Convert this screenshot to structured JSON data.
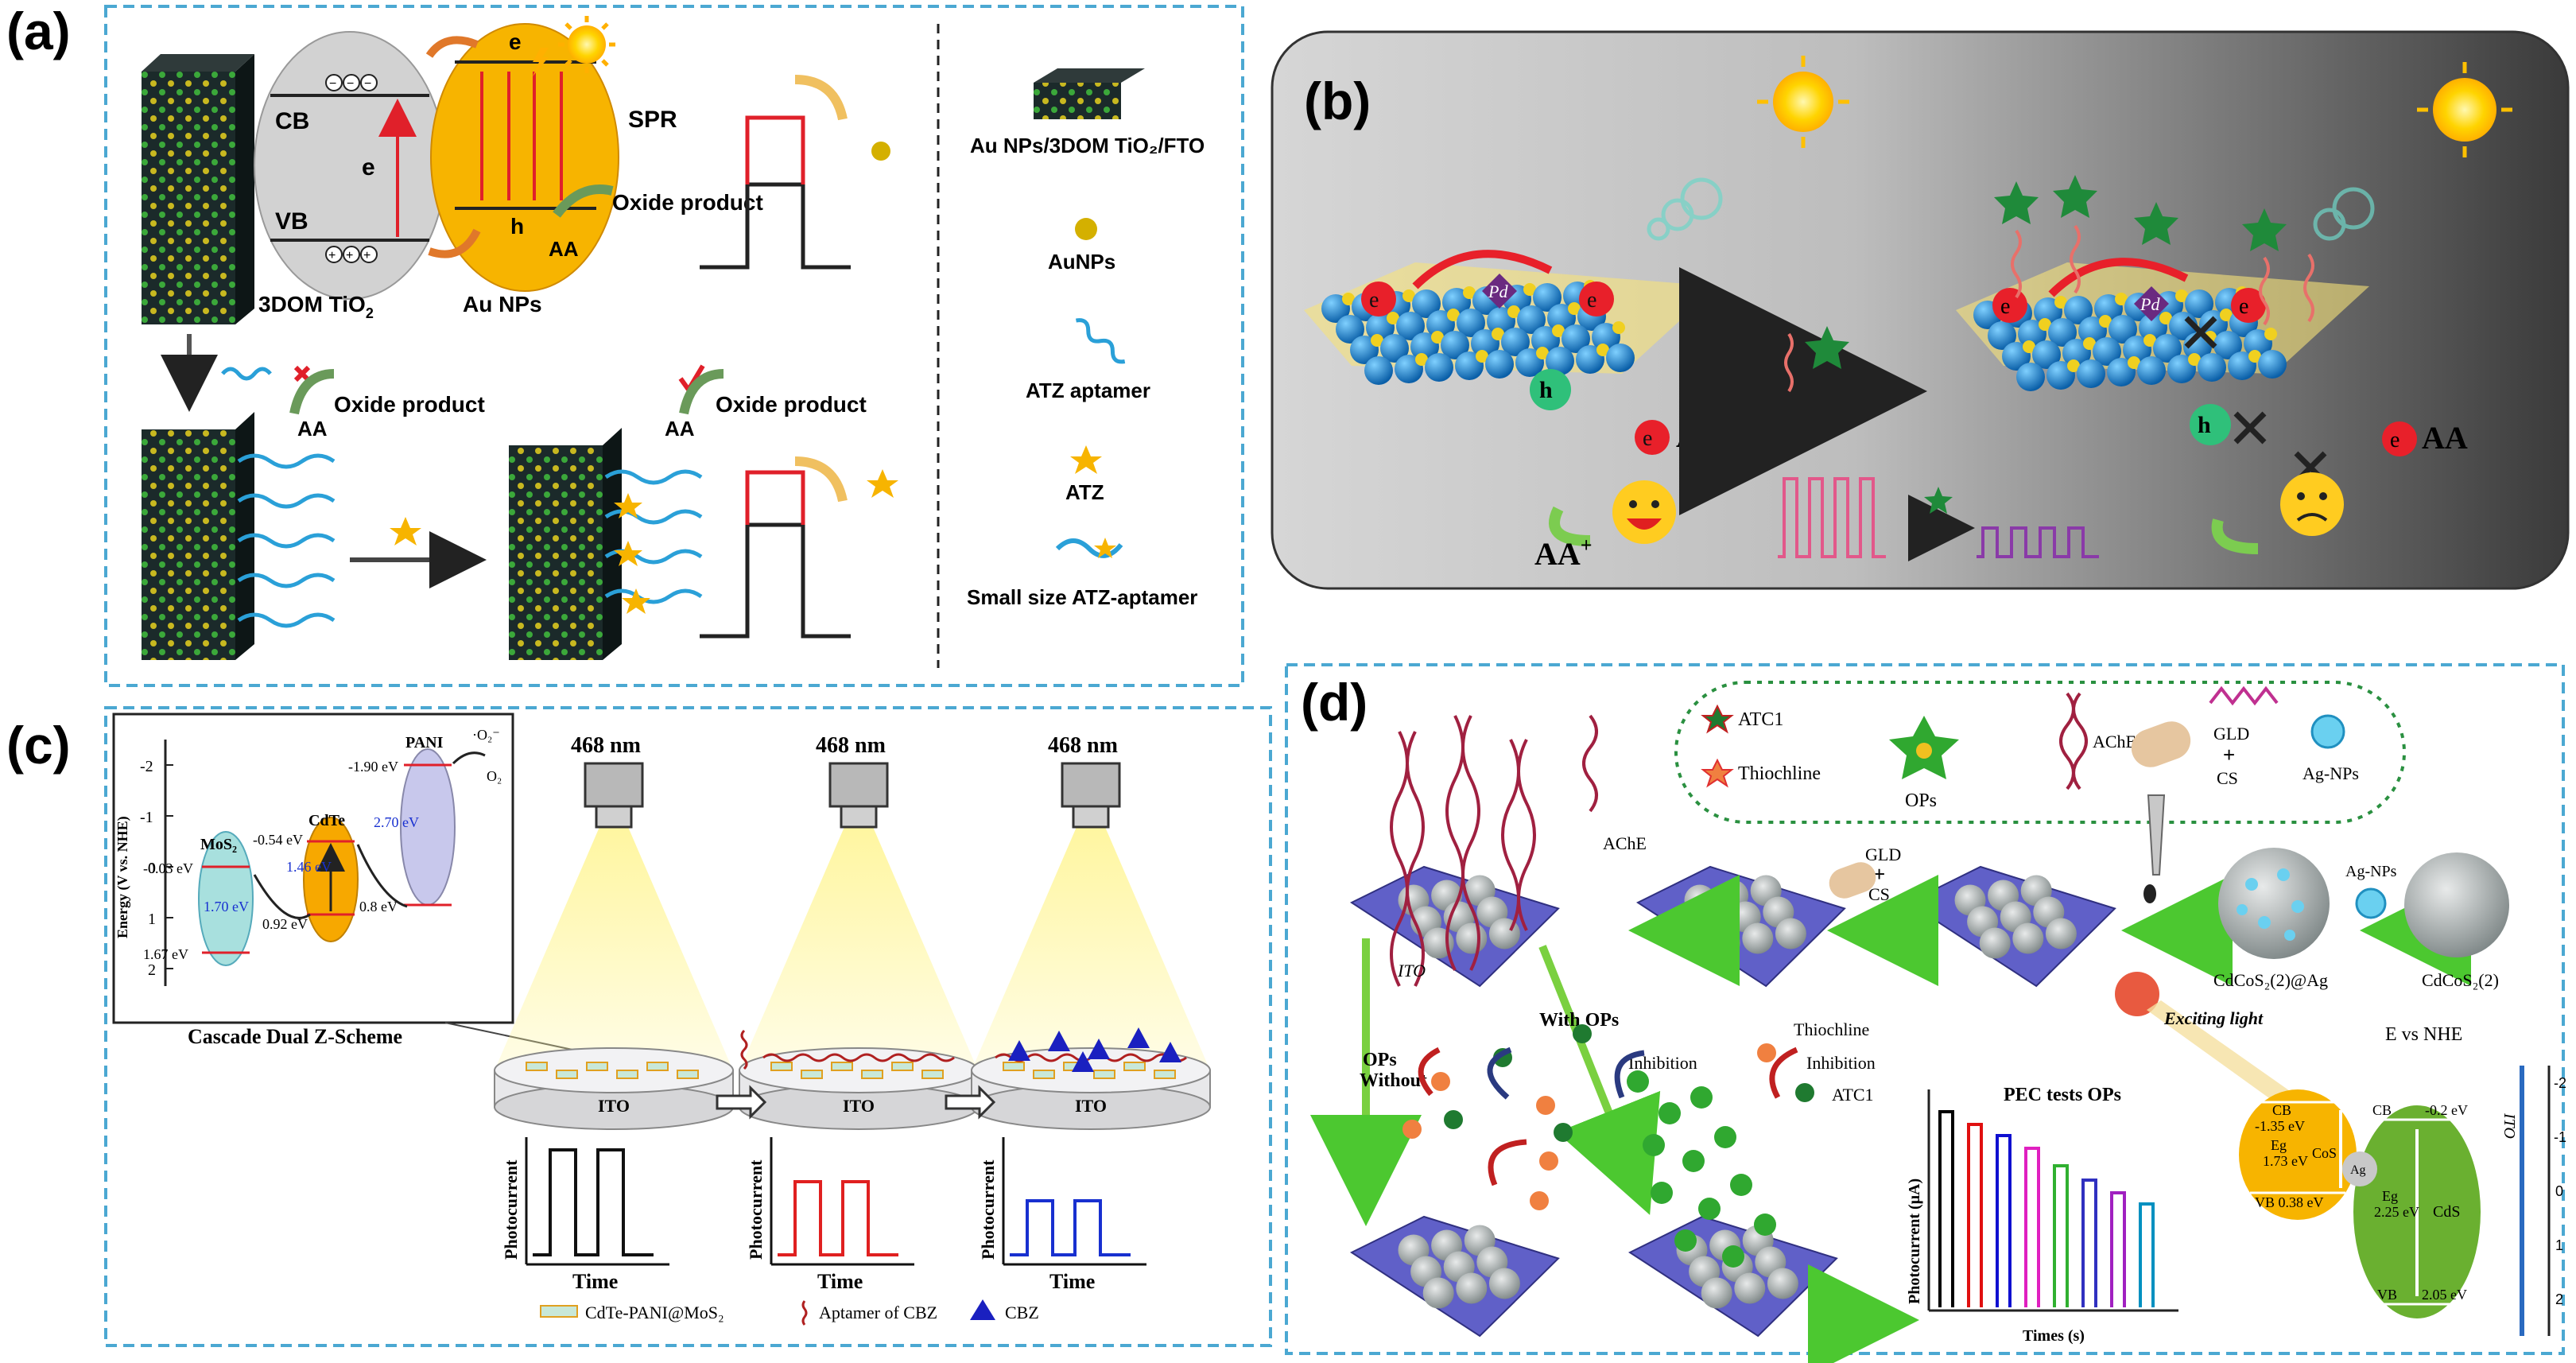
{
  "panel_a": {
    "label": "(a)",
    "cb": "CB",
    "vb": "VB",
    "electron": "e",
    "spr": "SPR",
    "hole": "h",
    "oxide_1": "Oxide product",
    "aa": "AA",
    "tio2": "3DOM TiO",
    "aunps": "Au NPs",
    "oxide_2": "Oxide product",
    "oxide_3": "Oxide product",
    "aa_2": "AA",
    "aa_3": "AA",
    "legend": [
      "Au NPs/3DOM TiO₂/FTO",
      "AuNPs",
      "ATZ aptamer",
      "ATZ",
      "Small size ATZ-aptamer"
    ]
  },
  "panel_b": {
    "label": "(b)",
    "pd": "Pd",
    "e": "e",
    "h": "h",
    "aa": "AA",
    "aa_plus": "AA"
  },
  "panel_c": {
    "label": "(c)",
    "ylabel": "Energy (V vs. NHE)",
    "ticks": [
      "-2",
      "-1",
      "0",
      "1",
      "2"
    ],
    "mos2": "MoS₂",
    "cdte": "CdTe",
    "pani": "PANI",
    "levels": [
      "-0.03 eV",
      "1.70 eV",
      "1.67 eV",
      "-0.54 eV",
      "1.46 eV",
      "0.92 eV",
      "-1.90 eV",
      "2.70 eV",
      "0.8 eV"
    ],
    "o2": "O₂",
    "o2_minus": "·O₂⁻",
    "scheme": "Cascade Dual Z-Scheme",
    "wavelength": "468 nm",
    "ito": "ITO",
    "photocurrent": "Photocurrent",
    "time": "Time",
    "legend": [
      "CdTe-PANI@MoS₂",
      "Aptamer of CBZ",
      "CBZ"
    ]
  },
  "panel_d": {
    "label": "(d)",
    "legend_atc1": "ATC1",
    "legend_thiochline": "Thiochline",
    "legend_ops": "OPs",
    "legend_ache": "AChE",
    "gld": "GLD",
    "cs": "CS",
    "ag_nps": "Ag-NPs",
    "ache": "AChE",
    "ito": "ITO",
    "with_ops": "With OPs",
    "without_ops": "OPs\nWithout",
    "thiochline": "Thiochline",
    "inhibition_1": "Inhibition",
    "inhibition_2": "Inhibition",
    "atc1": "ATC1",
    "cdcos_ag": "CdCoS₂(2)@Ag",
    "cdcos": "CdCoS₂(2)",
    "ag_nps_2": "Ag-NPs",
    "exciting": "Exciting light",
    "e_vs_nhe": "E vs NHE",
    "pec_title": "PEC tests OPs",
    "pec_ylabel": "Photocurrent (μA)",
    "pec_xlabel": "Times (s)",
    "band_labels": [
      "CB",
      "-1.35 eV",
      "Eg",
      "1.73 eV",
      "VB 0.38 eV",
      "CoS",
      "Ag",
      "CB",
      "-0.2 eV",
      "Eg",
      "2.25 eV",
      "VB",
      "2.05 eV",
      "CdS"
    ],
    "scale_ticks": [
      "-2",
      "-1",
      "0",
      "1",
      "2"
    ],
    "ito_vertical": "ITO",
    "pulse_colors": [
      "#000000",
      "#e01010",
      "#1010d0",
      "#e020c0",
      "#30b030",
      "#3030c0",
      "#a020c0",
      "#0090c0"
    ]
  },
  "colors": {
    "dash_border": "#4ba8d2",
    "yellow": "#f7b400",
    "teal": "#2fb6a8",
    "red": "#e0202a",
    "blue": "#1830d0"
  }
}
